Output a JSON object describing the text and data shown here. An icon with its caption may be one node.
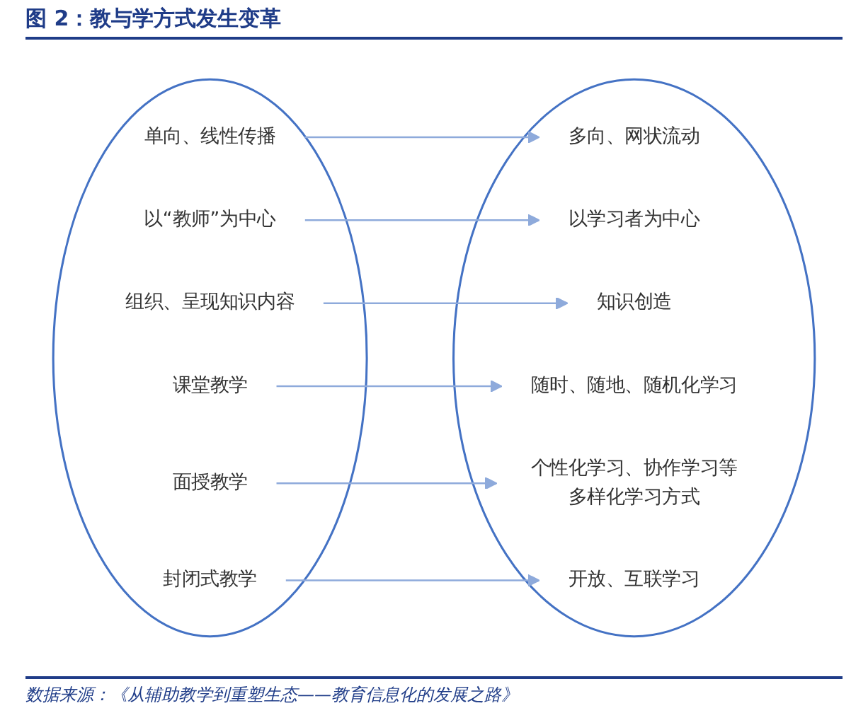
{
  "diagram": {
    "title": "图 2：教与学方式发生变革",
    "caption": "数据来源：《从辅助教学到重塑生态——教育信息化的发展之路》",
    "nodes": [
      {
        "text": [],
        "shape": "ellipse"
      },
      {
        "text": [
          "单向、线性传播"
        ],
        "in": 0
      },
      {
        "text": [
          "以“教师”为中心"
        ],
        "in": 0
      },
      {
        "text": [
          "组织、呈现知识内容"
        ],
        "in": 0
      },
      {
        "text": [
          "课堂教学"
        ],
        "in": 0
      },
      {
        "text": [
          "面授教学"
        ],
        "in": 0
      },
      {
        "text": [
          "封闭式教学"
        ],
        "in": 0
      },
      {
        "text": [],
        "shape": "ellipse"
      },
      {
        "text": [
          "多向、网状流动"
        ],
        "in": 7
      },
      {
        "text": [
          "以学习者为中心"
        ],
        "in": 7
      },
      {
        "text": [
          "知识创造"
        ],
        "in": 7
      },
      {
        "text": [
          "随时、随地、随机化学习"
        ],
        "in": 7
      },
      {
        "text": [
          "个性化学习、协作学习等多样化学习方式"
        ],
        "in": 7
      },
      {
        "text": [
          "开放、互联学习"
        ],
        "in": 7
      }
    ],
    "edges": [
      {
        "from": 1,
        "to": 8,
        "arrow": "to"
      },
      {
        "from": 2,
        "to": 9,
        "arrow": "to"
      },
      {
        "from": 3,
        "to": 10,
        "arrow": "to"
      },
      {
        "from": 4,
        "to": 11,
        "arrow": "to"
      },
      {
        "from": 5,
        "to": 12,
        "arrow": "to"
      },
      {
        "from": 6,
        "to": 13,
        "arrow": "to"
      }
    ]
  }
}
